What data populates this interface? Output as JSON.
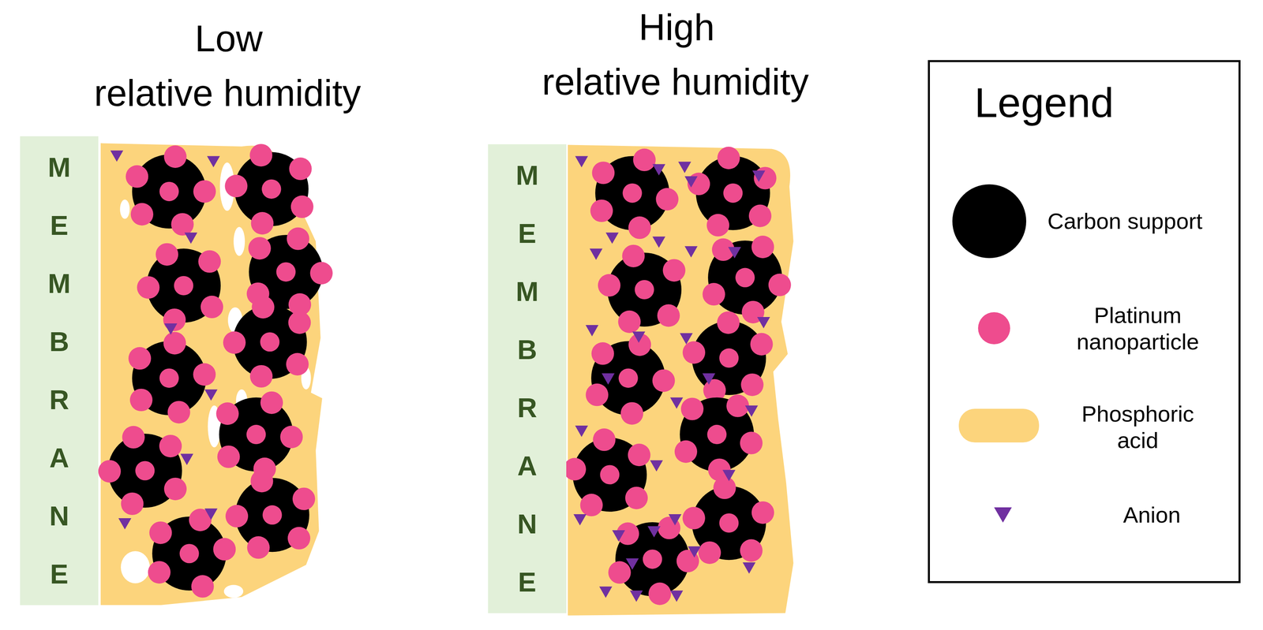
{
  "diagram": {
    "nodes": [
      {
        "text": [
          "MEMBRANE"
        ]
      },
      {
        "text": [
          "MEMBRANE"
        ]
      }
    ],
    "labels": [
      "Low relative humidity",
      "High relative humidity",
      "Legend"
    ],
    "legend": [
      {
        "text": "Carbon support",
        "color": "#000000"
      },
      {
        "text": "Platinum nanoparticle",
        "color": "#ee4c8e"
      },
      {
        "text": "Phosphoric acid",
        "color": "#fcd47c"
      },
      {
        "text": "Anion",
        "color": "#7030a0"
      }
    ]
  }
}
